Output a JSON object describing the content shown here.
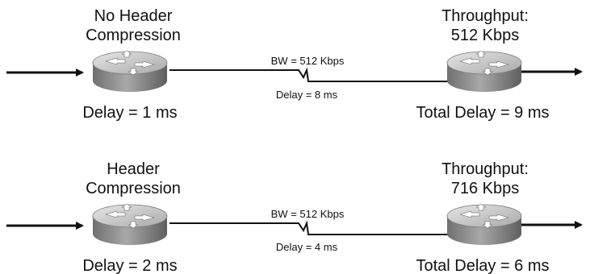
{
  "scenarios": [
    {
      "left_title": [
        "No Header",
        "Compression"
      ],
      "right_title": [
        "Throughput:",
        "512 Kbps"
      ],
      "bandwidth": "BW = 512 Kbps",
      "link_delay": "Delay = 8 ms",
      "left_delay": "Delay = 1 ms",
      "total_delay": "Total Delay = 9 ms"
    },
    {
      "left_title": [
        "Header",
        "Compression"
      ],
      "right_title": [
        "Throughput:",
        "716 Kbps"
      ],
      "bandwidth": "BW = 512 Kbps",
      "link_delay": "Delay = 4 ms",
      "left_delay": "Delay = 2 ms",
      "total_delay": "Total Delay = 6 ms"
    }
  ],
  "colors": {
    "line": "#111111",
    "router_top": "#c8c8c8",
    "router_side": "#8c8c8c",
    "router_arrows": "#ffffff"
  },
  "icons": {
    "router": "router-icon"
  }
}
